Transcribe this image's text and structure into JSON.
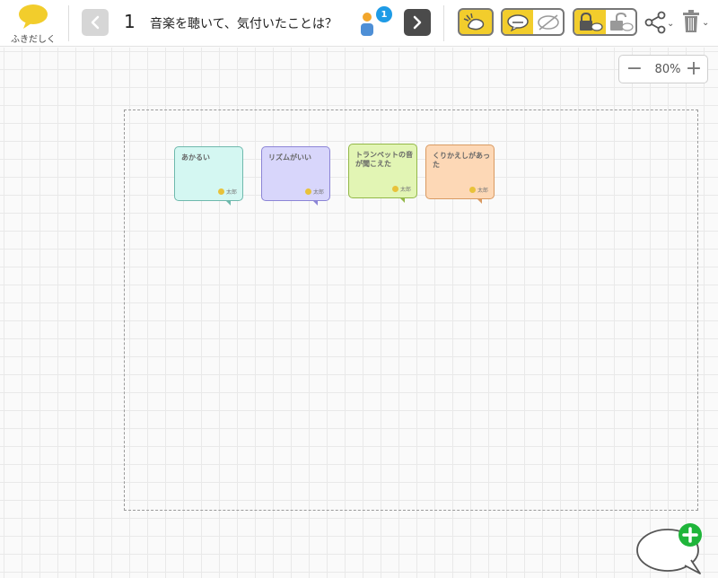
{
  "app": {
    "logo_text": "ふきだしくん",
    "logo_color": "#f2cd2c"
  },
  "toolbar": {
    "page_number": "1",
    "question": "音楽を聴いて、気付いたことは？",
    "user_count": "1",
    "accent_yellow": "#f2cd2c",
    "icons": [
      "chevron-left-icon",
      "chevron-right-icon",
      "user-icon",
      "eraser-icon",
      "comment-toggle-icon",
      "lock-icon",
      "unlock-icon",
      "share-icon",
      "trash-icon"
    ]
  },
  "zoom": {
    "value": "80%",
    "minus": "−",
    "plus": "+"
  },
  "notes": [
    {
      "text": "あかるい",
      "author": "太郎",
      "bg": "#d4f7f2",
      "border": "#6fb9ad"
    },
    {
      "text": "リズムがいい",
      "author": "太郎",
      "bg": "#d8d6fb",
      "border": "#8c85d6"
    },
    {
      "text": "トランペットの音が聞こえた",
      "author": "太郎",
      "bg": "#e2f5b4",
      "border": "#93b848"
    },
    {
      "text": "くりかえしがあった",
      "author": "太郎",
      "bg": "#fdd8b6",
      "border": "#d99a62"
    }
  ],
  "add_button_color": "#1fb53a"
}
